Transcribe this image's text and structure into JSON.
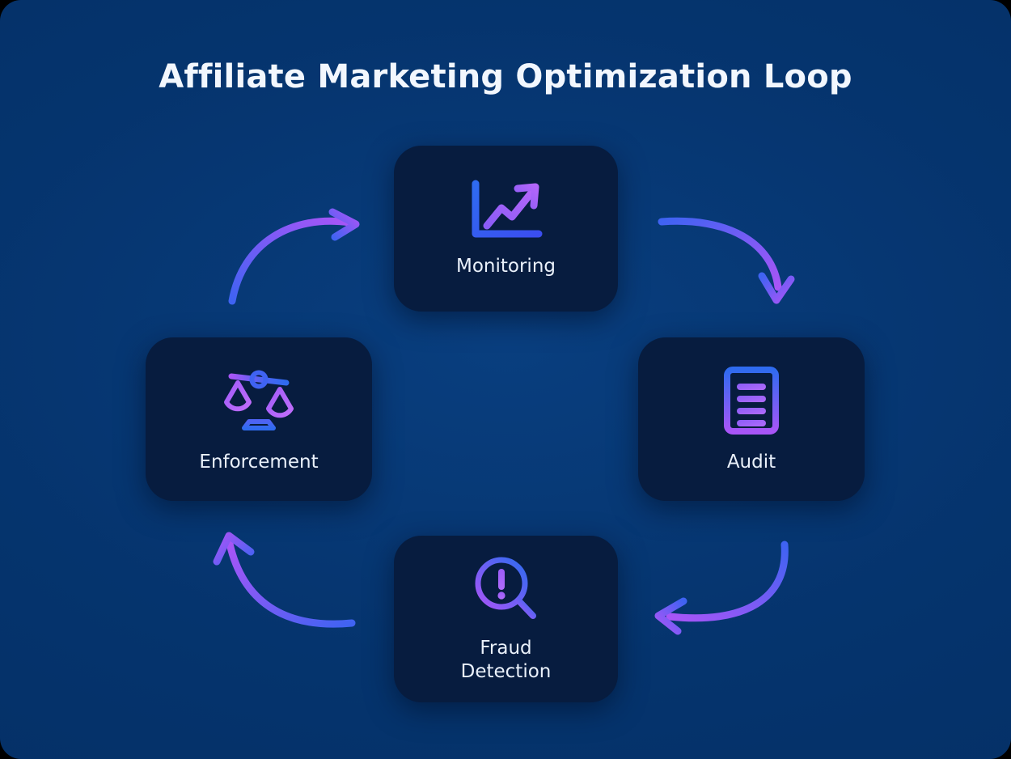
{
  "header": {
    "title": "Affiliate Marketing Optimization Loop"
  },
  "theme": {
    "page_background": "#05356f",
    "card_background": "#071c3f",
    "title_color": "#f2f7fe",
    "label_color": "#eaf1fb",
    "accent_blue": "#3b6df5",
    "accent_purple": "#a855f7"
  },
  "diagram": {
    "type": "cycle-loop",
    "nodes": [
      {
        "id": "monitoring",
        "label": "Monitoring",
        "icon": "line-chart-uptrend-icon",
        "position": "top"
      },
      {
        "id": "audit",
        "label": "Audit",
        "icon": "document-lines-icon",
        "position": "right"
      },
      {
        "id": "fraud-detection",
        "label": "Fraud\nDetection",
        "icon": "magnifier-alert-icon",
        "position": "bottom"
      },
      {
        "id": "enforcement",
        "label": "Enforcement",
        "icon": "balance-scales-icon",
        "position": "left"
      }
    ],
    "connectors": [
      {
        "id": "monitoring-to-audit",
        "from": "monitoring",
        "to": "audit",
        "direction": "clockwise"
      },
      {
        "id": "audit-to-fraud",
        "from": "audit",
        "to": "fraud-detection",
        "direction": "clockwise"
      },
      {
        "id": "fraud-to-enforcement",
        "from": "fraud-detection",
        "to": "enforcement",
        "direction": "clockwise"
      },
      {
        "id": "enforcement-to-monitoring",
        "from": "enforcement",
        "to": "monitoring",
        "direction": "clockwise"
      }
    ]
  }
}
